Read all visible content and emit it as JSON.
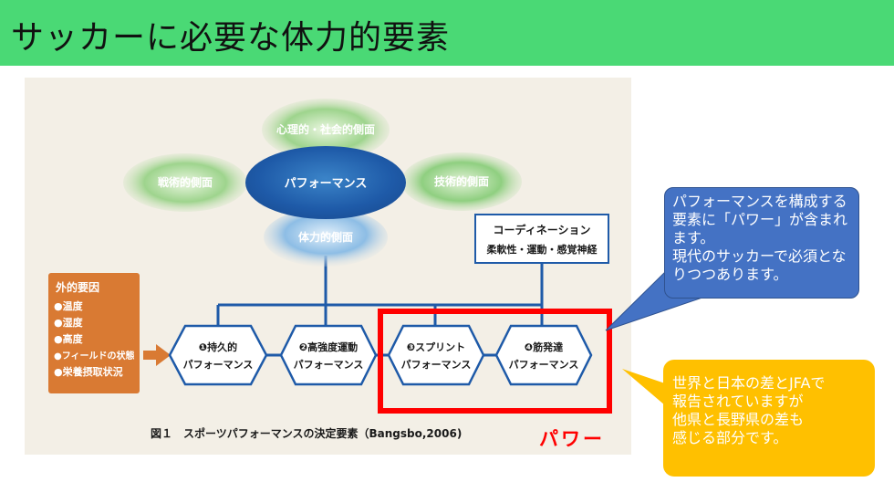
{
  "slide": {
    "title": "サッカーに必要な体力的要素"
  },
  "figure": {
    "ellipses": {
      "psych": "心理的・社会的側面",
      "tactical": "戦術的側面",
      "performance": "パフォーマンス",
      "technical": "技術的側面",
      "physical": "体力的側面"
    },
    "coordination": {
      "line1": "コーディネーション",
      "line2": "柔軟性・運動・感覚神経"
    },
    "external": {
      "title": "外的要因",
      "items": [
        "●温度",
        "●湿度",
        "●高度",
        "●フィールドの状態",
        "●栄養摂取状況"
      ]
    },
    "hexagons": [
      {
        "line1": "❶持久的",
        "line2": "パフォーマンス"
      },
      {
        "line1": "❷高強度運動",
        "line2": "パフォーマンス"
      },
      {
        "line1": "❸スプリント",
        "line2": "パフォーマンス"
      },
      {
        "line1": "❹筋発達",
        "line2": "パフォーマンス"
      }
    ],
    "caption": "図１　スポーツパフォーマンスの決定要素（Bangsbo,2006)"
  },
  "power_label": "パワー",
  "callout_blue": "パフォーマンスを構成する要素に「パワー」が含まれます。\n現代のサッカーで必須となりつつあります。",
  "callout_yellow": "世界と日本の差とJFAで\n報告されていますが\n他県と長野県の差も\n感じる部分です。",
  "colors": {
    "title_bar": "#4ad975",
    "accent_red": "#ff0000",
    "callout_blue": "#4472c4",
    "callout_yellow": "#ffc000",
    "line_blue": "#1e5aa8"
  }
}
